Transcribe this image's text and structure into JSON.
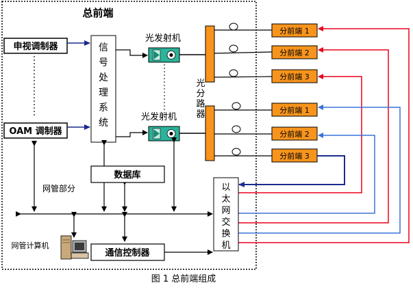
{
  "title": "总前端",
  "caption": "图 1 总前端组成",
  "modulators": {
    "tv": "申视调制器",
    "oam": "OAM 调制器"
  },
  "signal_processing": [
    "信",
    "号",
    "处",
    "理",
    "系",
    "统"
  ],
  "transmitters": [
    "光发射机",
    "光发射机"
  ],
  "splitter_label": [
    "光",
    "分",
    "路",
    "器"
  ],
  "sub_frontends_top": [
    "分前端 1",
    "分前端 2",
    "分前端 3"
  ],
  "sub_frontends_bottom": [
    "分前端 1",
    "分前端 2",
    "分前端 3"
  ],
  "database": "数据库",
  "network_mgmt_label": "网管部分",
  "nms_computer": "网管计算机",
  "comm_controller": "通信控制器",
  "ethernet_switch": [
    "以",
    "太",
    "网",
    "交",
    "换",
    "机"
  ],
  "colors": {
    "orange": "#f7941d",
    "teal": "#2bb39b",
    "red": "#e8001c",
    "blue": "#3a72d8",
    "navy": "#1a2a8c"
  }
}
